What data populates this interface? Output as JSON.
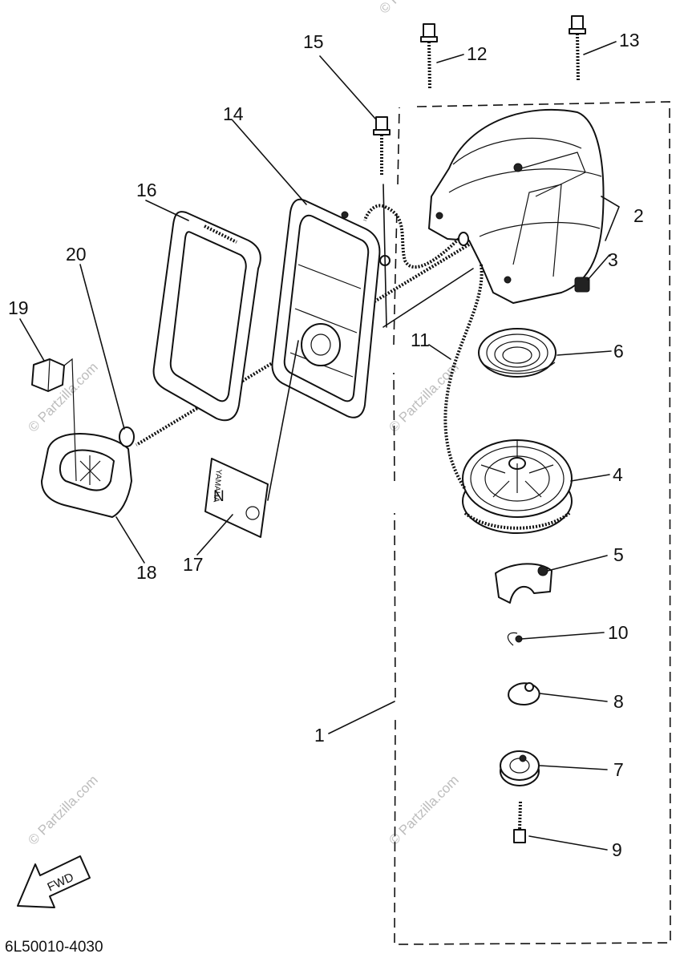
{
  "diagram": {
    "callouts": [
      "1",
      "2",
      "3",
      "4",
      "5",
      "6",
      "7",
      "8",
      "9",
      "10",
      "11",
      "12",
      "13",
      "14",
      "15",
      "16",
      "17",
      "18",
      "19",
      "20"
    ],
    "watermark": "© Partzilla.com",
    "part_code": "6L50010-4030",
    "fwd_label": "FWD",
    "label_plate_text": [
      "YAMAHA",
      "N"
    ]
  }
}
